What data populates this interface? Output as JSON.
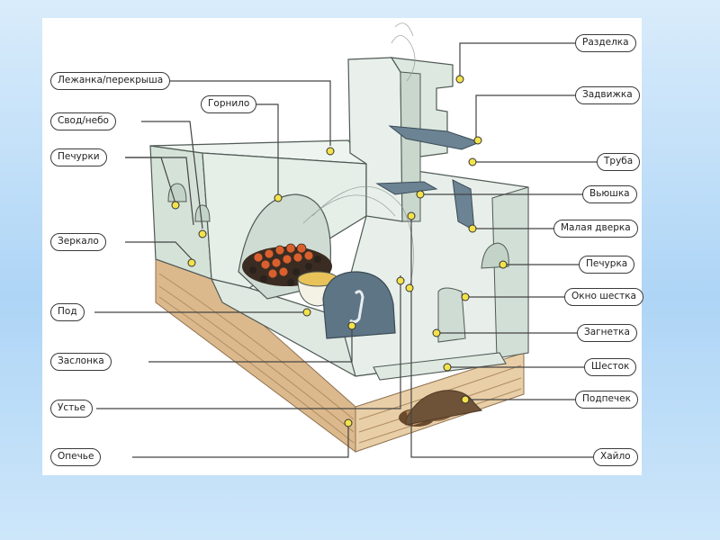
{
  "labels": {
    "lezhanka": "Лежанка/перекрыша",
    "svod": "Свод/небо",
    "pechurki": "Печурки",
    "zerkalo": "Зеркало",
    "pod": "Под",
    "zaslonka": "Заслонка",
    "ustye": "Устье",
    "opechye": "Опечье",
    "gornilo": "Горнило",
    "razdelka": "Разделка",
    "zadvizhka": "Задвижка",
    "truba": "Труба",
    "vyushka": "Вьюшка",
    "malaya_dverka": "Малая дверка",
    "pechurka": "Печурка",
    "okno_shestka": "Окно шестка",
    "zagnetka": "Загнетка",
    "shestok": "Шесток",
    "podpechek": "Подпечек",
    "khaylo": "Хайло"
  },
  "colors": {
    "background": "#bcdcf7",
    "stove_wall": "#e4ede6",
    "stove_shadow": "#b5c9bd",
    "wood": "#e6c9a1",
    "wood_line": "#bd9a6e",
    "marker": "#f4e24a",
    "damper": "#6c8393",
    "ember": "#d9602e"
  }
}
